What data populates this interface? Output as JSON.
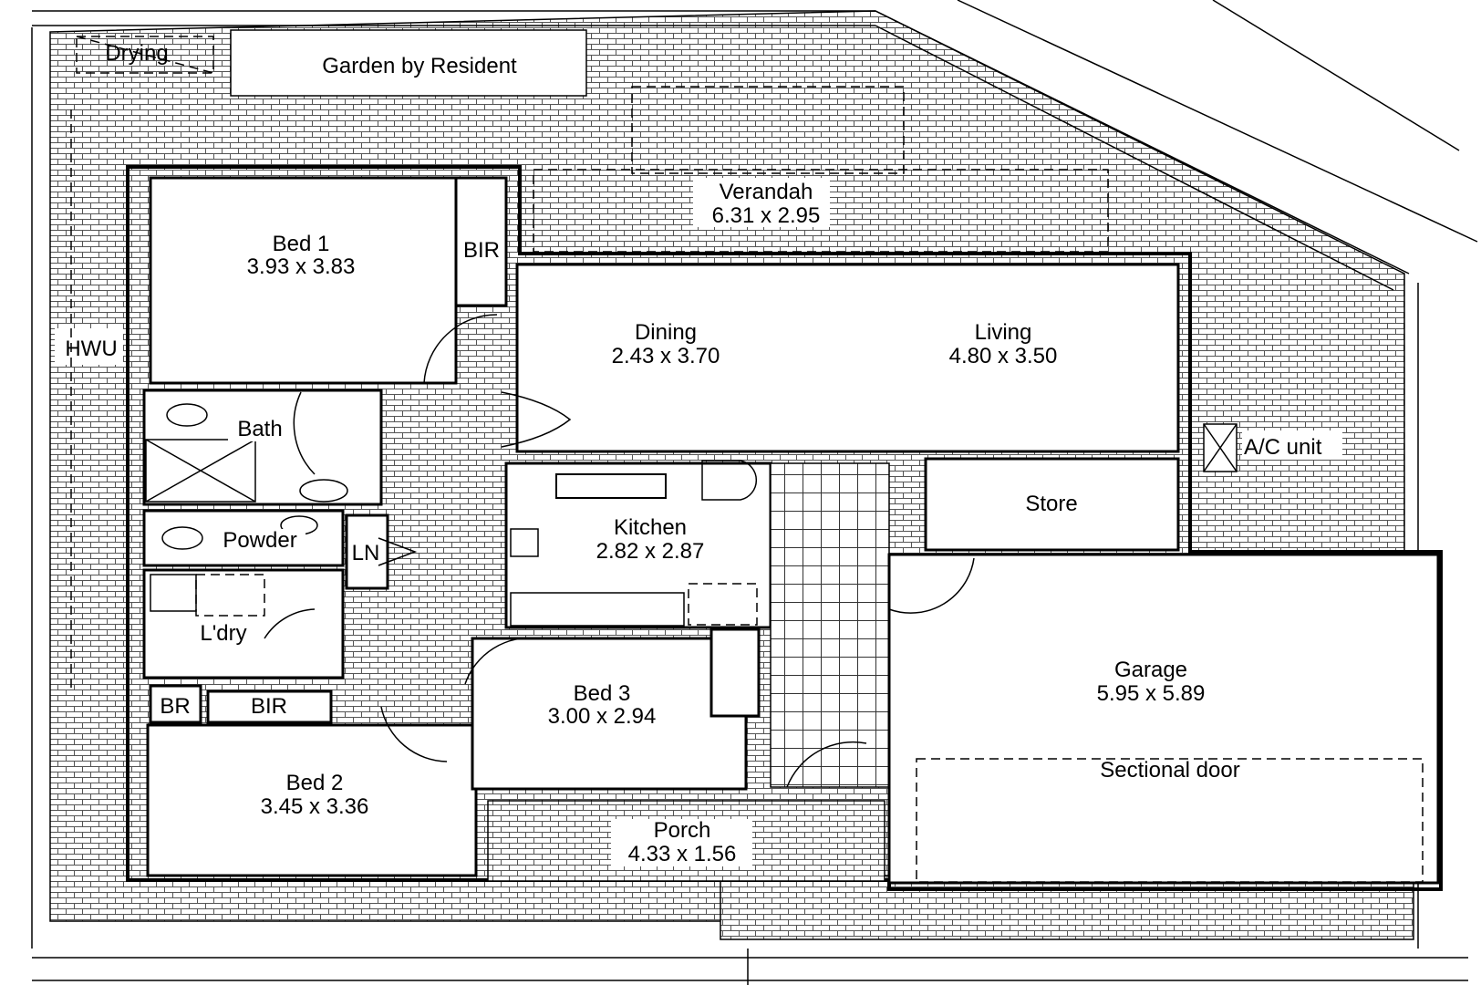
{
  "plan": {
    "labels": {
      "drying": "Drying",
      "garden": "Garden by Resident",
      "verandah": "Verandah",
      "verandah_dim": "6.31 x 2.95",
      "bed1": "Bed 1",
      "bed1_dim": "3.93 x 3.83",
      "bir_bed1": "BIR",
      "hwu": "HWU",
      "dining": "Dining",
      "dining_dim": "2.43 x 3.70",
      "living": "Living",
      "living_dim": "4.80 x 3.50",
      "ac_unit": "A/C unit",
      "bath": "Bath",
      "store": "Store",
      "kitchen": "Kitchen",
      "kitchen_dim": "2.82 x 2.87",
      "powder": "Powder",
      "ln": "LN",
      "ldry": "L'dry",
      "br": "BR",
      "bir_bed2": "BIR",
      "bed3": "Bed 3",
      "bed3_dim": "3.00 x 2.94",
      "garage": "Garage",
      "garage_dim": "5.95 x 5.89",
      "sectional_door": "Sectional door",
      "bed2": "Bed 2",
      "bed2_dim": "3.45 x 3.36",
      "porch": "Porch",
      "porch_dim": "4.33 x 1.56"
    },
    "colors": {
      "line": "#000000",
      "background": "#ffffff",
      "hatch": "#555555"
    }
  }
}
